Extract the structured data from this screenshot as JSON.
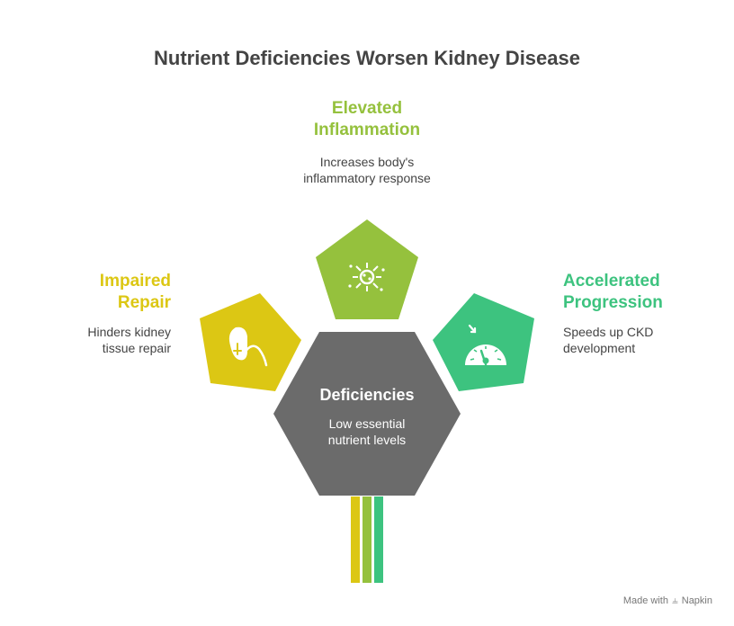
{
  "title": "Nutrient Deficiencies Worsen Kidney Disease",
  "center": {
    "heading": "Deficiencies",
    "description": "Low essential nutrient levels"
  },
  "nodes": [
    {
      "heading": "Elevated Inflammation",
      "description": "Increases body's inflammatory response",
      "color": "#95c13d",
      "icon": "virus-icon"
    },
    {
      "heading": "Impaired Repair",
      "description": "Hinders kidney tissue repair",
      "color": "#dcc714",
      "icon": "kidney-icon"
    },
    {
      "heading": "Accelerated Progression",
      "description": "Speeds up CKD development",
      "color": "#3dc37f",
      "icon": "speedometer-icon"
    }
  ],
  "center_color": "#6b6b6b",
  "footer": {
    "made_with": "Made with",
    "brand": "Napkin"
  }
}
